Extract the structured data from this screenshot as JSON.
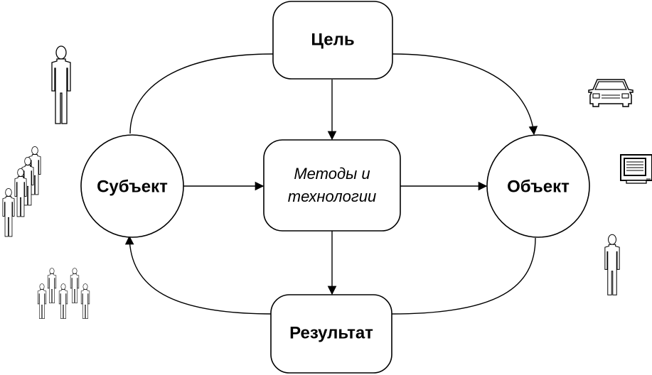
{
  "nodes": {
    "goal": "Цель",
    "subject": "Субъект",
    "methods_line1": "Методы и",
    "methods_line2": "технологии",
    "object": "Объект",
    "result": "Результат"
  },
  "left_icons": [
    "single-person-icon",
    "group-of-persons-icon",
    "crowd-of-persons-icon"
  ],
  "right_icons": [
    "car-icon",
    "computer-monitor-icon",
    "single-person-icon"
  ]
}
